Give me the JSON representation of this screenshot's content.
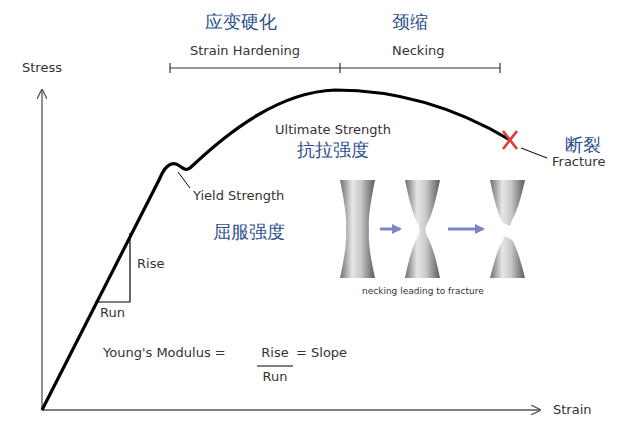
{
  "diagram": {
    "labels": [
      "应变硬化",
      "Strain Hardening",
      "颈缩",
      "Necking",
      "Stress",
      "Ultimate Strength",
      "抗拉强度",
      "断裂",
      "Fracture",
      "Yield Strength",
      "屈服强度",
      "Rise",
      "Run",
      "necking leading to fracture",
      "Young's Modulus =",
      "Rise",
      "= Slope",
      "Run",
      "Strain"
    ]
  }
}
